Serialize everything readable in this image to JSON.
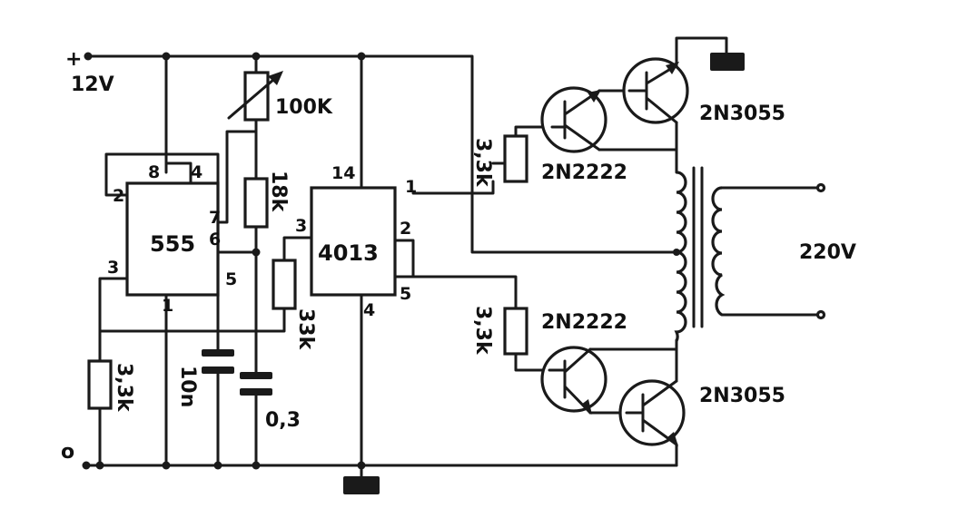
{
  "supply": {
    "polarity": "+",
    "voltage": "12V",
    "ground_terminal": "o"
  },
  "ic_555": {
    "name": "555",
    "pins": {
      "p1": "1",
      "p2": "2",
      "p3": "3",
      "p4": "4",
      "p5": "5",
      "p6": "6",
      "p7": "7",
      "p8": "8"
    }
  },
  "ic_4013": {
    "name": "4013",
    "pins": {
      "p1": "1",
      "p2": "2",
      "p3": "3",
      "p4": "4",
      "p5": "5",
      "p14": "14"
    }
  },
  "potentiometer": {
    "value": "100K"
  },
  "resistors": {
    "r_timing": "18k",
    "r_4013": "33k",
    "r_555_out": "3,3k",
    "r_base_top": "3,3k",
    "r_base_bottom": "3,3k"
  },
  "capacitors": {
    "c_timing": "10n",
    "c_ctrl": "0,3"
  },
  "transistors": {
    "driver_top": "2N2222",
    "power_top": "2N3055",
    "driver_bottom": "2N2222",
    "power_bottom": "2N3055"
  },
  "transformer": {
    "output_voltage": "220V"
  }
}
